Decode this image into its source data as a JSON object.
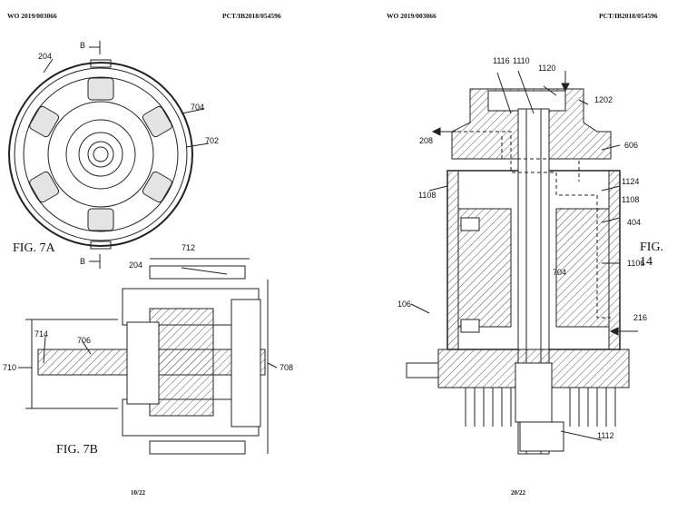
{
  "left_page": {
    "header_left": "WO 2019/003066",
    "header_right": "PCT/IB2018/054596",
    "page_number": "10/22",
    "fig_7a_label": "FIG. 7A",
    "fig_7b_label": "FIG. 7B",
    "section_mark": "B",
    "refs": {
      "r204a": "204",
      "r704": "704",
      "r702": "702",
      "r712": "712",
      "r204b": "204",
      "r714": "714",
      "r706": "706",
      "r710": "710",
      "r708": "708"
    }
  },
  "right_page": {
    "header_left": "WO 2019/003066",
    "header_right": "PCT/IB2018/054596",
    "page_number": "20/22",
    "fig_14_label": "FIG. 14",
    "refs": {
      "r1116": "1116",
      "r1110": "1110",
      "r1120": "1120",
      "r1202": "1202",
      "r208": "208",
      "r606": "606",
      "r1124": "1124",
      "r1108a": "1108",
      "r1108b": "1108",
      "r404": "404",
      "r704": "704",
      "r1106": "1106",
      "r106": "106",
      "r216": "216",
      "r1112": "1112"
    }
  }
}
